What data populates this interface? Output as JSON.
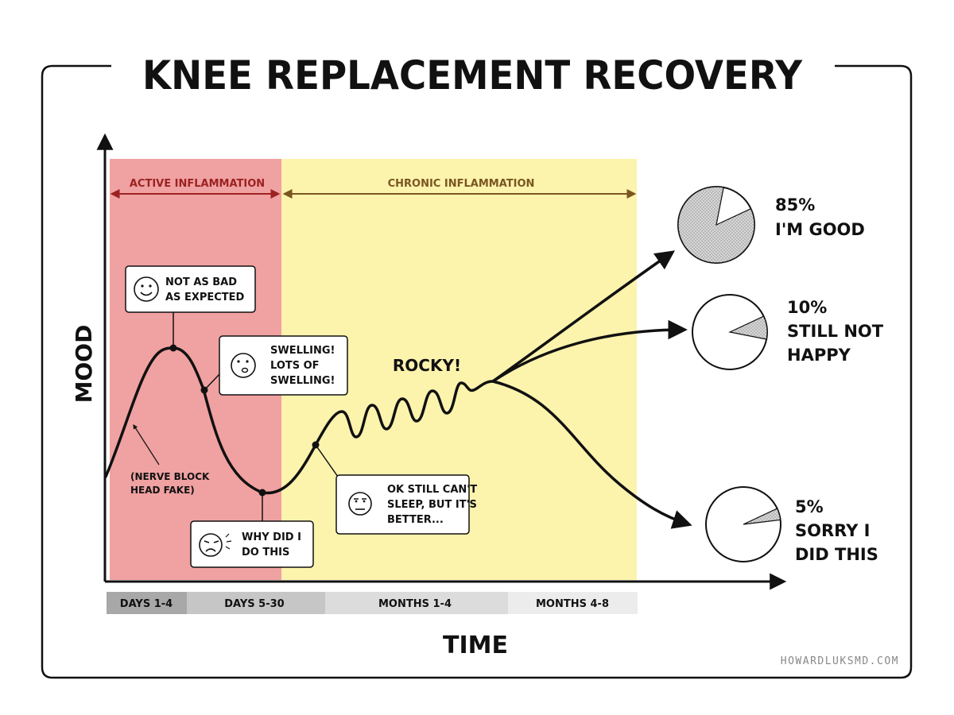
{
  "title": "KNEE REPLACEMENT RECOVERY",
  "axes": {
    "y_label": "MOOD",
    "x_label": "TIME"
  },
  "phases": {
    "active": {
      "label": "ACTIVE INFLAMMATION",
      "color": "#f0a1a1",
      "text_color": "#9c2222"
    },
    "chronic": {
      "label": "CHRONIC INFLAMMATION",
      "color": "#fcf3ad",
      "text_color": "#7a5620"
    }
  },
  "timeline": {
    "segments": [
      {
        "label": "DAYS 1-4",
        "color": "#a8a8a8"
      },
      {
        "label": "DAYS 5-30",
        "color": "#c6c6c6"
      },
      {
        "label": "MONTHS 1-4",
        "color": "#dcdcdc"
      },
      {
        "label": "MONTHS 4-8",
        "color": "#ececec"
      }
    ]
  },
  "callouts": {
    "not_bad": {
      "line1": "NOT AS BAD",
      "line2": "AS EXPECTED",
      "face": "smile"
    },
    "swelling": {
      "line1": "SWELLING!",
      "line2": "LOTS OF",
      "line3": "SWELLING!",
      "face": "worried"
    },
    "why": {
      "line1": "WHY DID I",
      "line2": "DO THIS",
      "face": "sad"
    },
    "ok_sleep": {
      "line1": "OK STILL CAN'T",
      "line2": "SLEEP, BUT IT'S",
      "line3": "BETTER...",
      "face": "tired"
    },
    "nerve_block": {
      "line1": "(NERVE BLOCK",
      "line2": "HEAD FAKE)"
    },
    "rocky": "ROCKY!"
  },
  "outcomes": [
    {
      "percent": "85%",
      "line1": "I'M GOOD",
      "line2": "",
      "share": 0.85
    },
    {
      "percent": "10%",
      "line1": "STILL NOT",
      "line2": "HAPPY",
      "share": 0.1
    },
    {
      "percent": "5%",
      "line1": "SORRY I",
      "line2": "DID THIS",
      "share": 0.05
    }
  ],
  "credit": "HOWARDLUKSMD.COM"
}
